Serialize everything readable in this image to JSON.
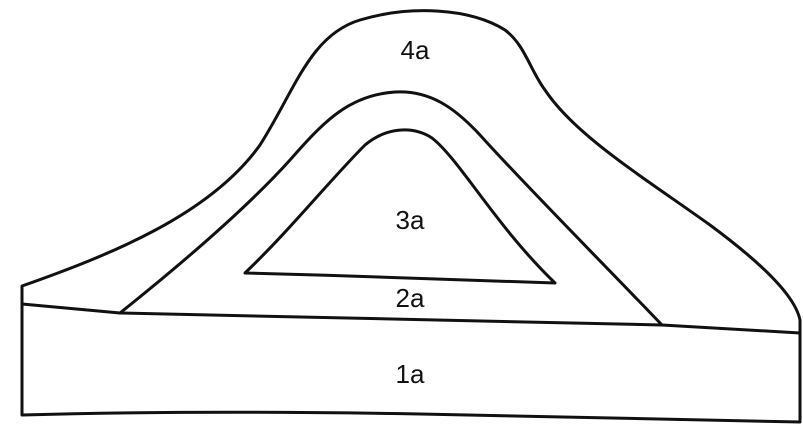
{
  "regions": {
    "region_1": "1a",
    "region_2": "2a",
    "region_3": "3a",
    "region_4": "4a"
  },
  "colors": {
    "stroke": "#111111",
    "background": "#ffffff"
  }
}
